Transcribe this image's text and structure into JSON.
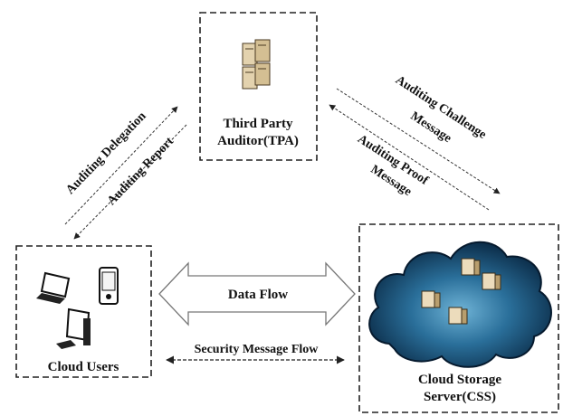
{
  "nodes": {
    "tpa": {
      "title_line1": "Third Party",
      "title_line2": "Auditor(TPA)"
    },
    "users": {
      "title": "Cloud Users"
    },
    "css": {
      "title_line1": "Cloud Storage",
      "title_line2": "Server(CSS)"
    }
  },
  "edges": {
    "auditing_delegation": "Auditing Delegation",
    "auditing_report": "Auditing Report",
    "challenge_line1": "Auditing Challenge",
    "challenge_line2": "Message",
    "proof_line1": "Auditing Proof",
    "proof_line2": "Message",
    "data_flow": "Data Flow",
    "security_flow": "Security Message Flow"
  },
  "colors": {
    "cloud_dark": "#0b2b4a",
    "cloud_light": "#5fa3c7",
    "server_face": "#d9c7a4",
    "arrow_line": "#333333"
  },
  "icons": [
    "server-rack-icon",
    "laptop-icon",
    "pda-icon",
    "desktop-computer-icon",
    "cloud-icon",
    "server-icon"
  ]
}
